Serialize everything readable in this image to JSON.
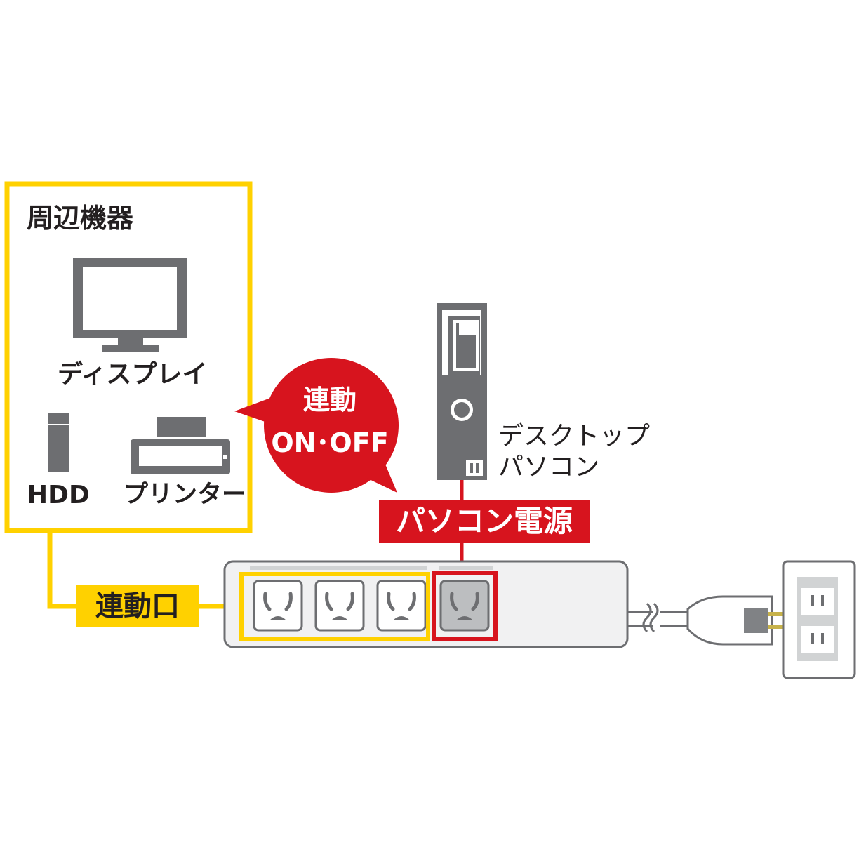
{
  "peripherals": {
    "title": "周辺機器",
    "display_label": "ディスプレイ",
    "hdd_label": "HDD",
    "printer_label": "プリンター"
  },
  "bubble": {
    "line1": "連動",
    "line2": "ON･OFF"
  },
  "desktop": {
    "label_line1": "デスクトップ",
    "label_line2": "パソコン"
  },
  "labels": {
    "pc_power": "パソコン電源",
    "linked_port": "連動口"
  },
  "colors": {
    "yellow": "#ffd100",
    "red": "#d7141e",
    "gray": "#6d6e71"
  }
}
